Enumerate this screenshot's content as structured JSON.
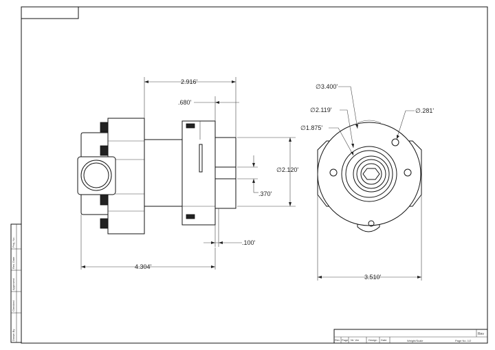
{
  "colors": {
    "line": "#111111",
    "background": "#ffffff"
  },
  "dimensions": {
    "overall_width": "2.916'",
    "flange_thickness": ".680'",
    "body_diameter": "∅2.120'",
    "shaft_step": ".370'",
    "shaft_end": ".100'",
    "overall_length": "4.304'",
    "outer_diameter": "∅3.400'",
    "pilot_diameter": "∅2.119'",
    "bore_diameter": "∅1.875'",
    "hole_diameter": "∅.281'",
    "flange_width": "3.510'"
  },
  "title_block": {
    "columns": [
      "Rev",
      "Page",
      "Nt. Ver",
      "Design",
      "Date"
    ],
    "rev_label": "Rev",
    "bottom_left": "Weight/Scale",
    "bottom_right": "Page No. 1/2"
  },
  "side_strip": [
    "Drawn By",
    "Checked",
    "Approved",
    "Rev. Date",
    "Proj. No."
  ]
}
